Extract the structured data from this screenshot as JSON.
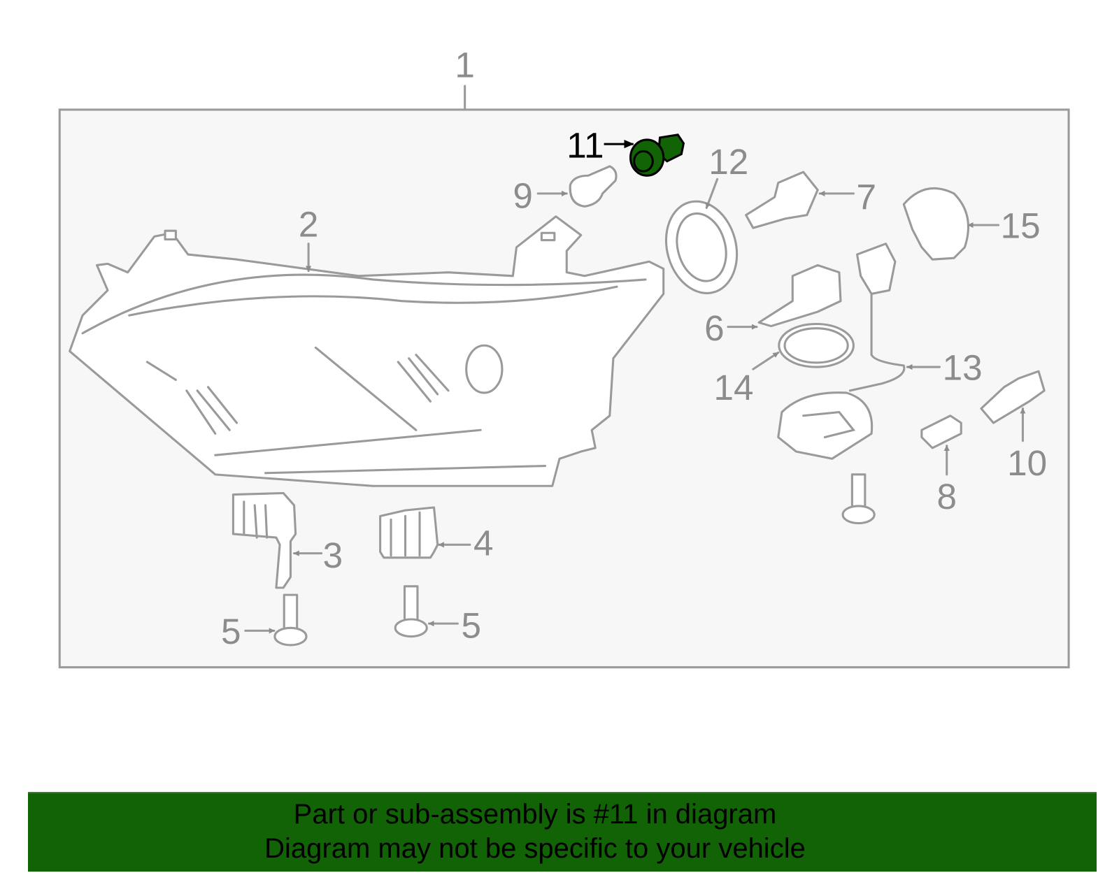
{
  "diagram": {
    "callouts": [
      {
        "number": "1"
      },
      {
        "number": "2"
      },
      {
        "number": "3"
      },
      {
        "number": "4"
      },
      {
        "number": "5"
      },
      {
        "number": "5"
      },
      {
        "number": "6"
      },
      {
        "number": "7"
      },
      {
        "number": "8"
      },
      {
        "number": "9"
      },
      {
        "number": "10"
      },
      {
        "number": "11"
      },
      {
        "number": "12"
      },
      {
        "number": "13"
      },
      {
        "number": "14"
      },
      {
        "number": "15"
      }
    ],
    "highlighted_part": "11",
    "highlight_color": "#116305"
  },
  "banner": {
    "line1": "Part or sub-assembly is #11 in diagram",
    "line2": "Diagram may not be specific to your vehicle",
    "background": "#116305"
  }
}
